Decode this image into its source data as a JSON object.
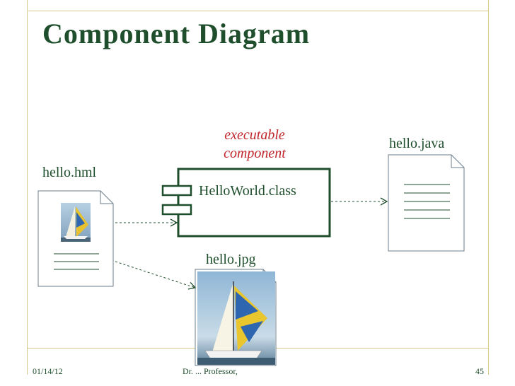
{
  "slide": {
    "title": "Component Diagram",
    "colors": {
      "accent": "#1f4e2c",
      "stereotype": "#c0262b",
      "rule": "#d8c98a"
    }
  },
  "diagram": {
    "stereotype_line1": "executable",
    "stereotype_line2": "component",
    "component_name": "HelloWorld.class",
    "artifact_left": "hello.hml",
    "artifact_right": "hello.java",
    "artifact_image": "hello.jpg"
  },
  "footer": {
    "date": "01/14/12",
    "author": "Dr. ... Professor,",
    "page": "45"
  }
}
